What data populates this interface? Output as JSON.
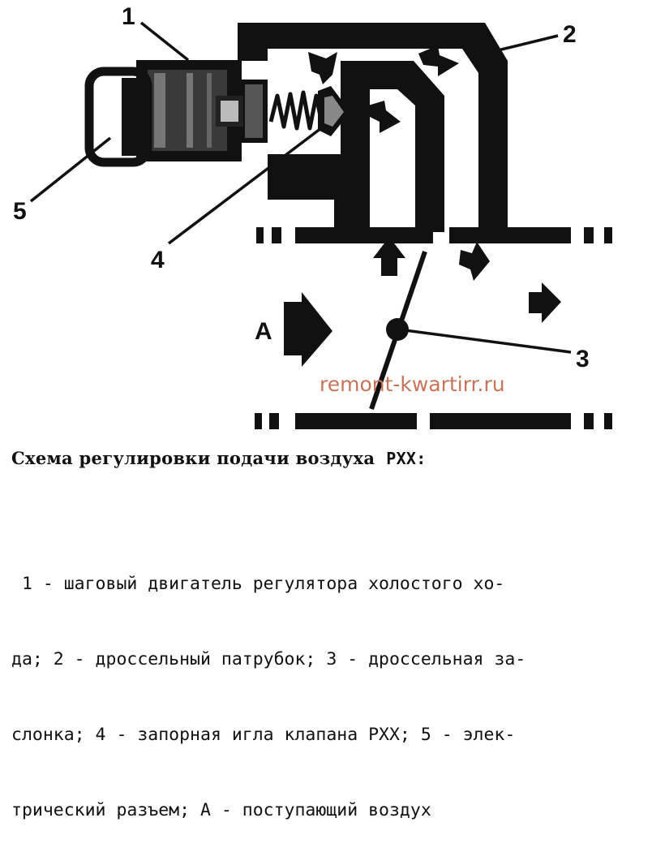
{
  "diagram": {
    "labels": {
      "l1": "1",
      "l2": "2",
      "l3": "3",
      "l4": "4",
      "l5": "5",
      "la": "A"
    },
    "watermark": "remont-kwartirr.ru"
  },
  "caption": {
    "title": "Схема регулировки подачи воздуха",
    "tag": "РХХ:"
  },
  "legend": {
    "lines": [
      " 1 - шаговый двигатель регулятора холостого хо-",
      "да; 2 - дроссельный патрубок; 3 - дроссельная за-",
      "слонка; 4 - запорная игла клапана РХХ; 5 - элек-",
      "трический разъем; А - поступающий воздух"
    ]
  }
}
